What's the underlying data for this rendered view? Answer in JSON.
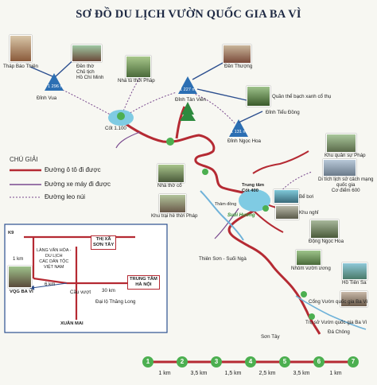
{
  "title": "SƠ ĐỒ DU LỊCH VƯỜN QUỐC GIA BA VÌ",
  "places": {
    "thap_bao_thien": "Tháp Báo Thiên",
    "den_tho_bac": "Đền thờ\nChủ tịch\nHồ Chí Minh",
    "nha_tu_phap": "Nhà tù thời Pháp",
    "den_thuong": "Đền Thượng",
    "quan_the_am": "Quần thể bạch xanh cổ thụ",
    "dinh_tieu_dong": "Đỉnh Tiểu Đồng",
    "dinh_vua": "Đỉnh Vua",
    "dinh_tan_vien": "Đỉnh Tản Viên",
    "dinh_ngoc_hoa": "Đỉnh Ngọc Hoa",
    "cot_1100": "Cốt 1.100",
    "khu_quan_su": "Khu quân sự Pháp",
    "nha_tho_co": "Nhà thờ cổ",
    "khu_trai_he": "Khu trại hè thời Pháp",
    "trung_tam_cot400": "Trung tâm\nCốt 400",
    "be_boi": "Bể bơi",
    "khu_nghi_duong": "Khu nghỉ",
    "di_tich": "Di tích lịch sử cách mạng\nquốc gia\nCơ điểm 600",
    "dong_ngoc_hoa": "Động Ngọc Hoa",
    "suoi_huong": "Suối Hương",
    "thien_son": "Thiên Sơn - Suối Ngà",
    "nhom_vuong": "Nhóm vườn ương",
    "ho_tien_sa": "Hồ Tiên Sa",
    "cong_vuon": "Cổng Vườn quốc gia Ba Vì",
    "tru_so": "Trụ sở Vườn quốc gia Ba Vì",
    "da_chong": "Đá Chông",
    "son_tay": "Sơn Tây",
    "tham_dong": "Thảm đồng"
  },
  "peaks": {
    "vua": "1 296 m",
    "tan_vien": "1 227 m",
    "ngoc_hoa": "1 131 m"
  },
  "legend": {
    "title": "CHÚ GIẢI",
    "items": [
      "Đường ô tô đi được",
      "Đường xe máy đi được",
      "Đường leo núi"
    ]
  },
  "inset": {
    "k9": "K9",
    "thi_xa": "THỊ XÃ\nSƠN TÂY",
    "lang_van_hoa": "LÀNG VĂN HÓA -\nDU LỊCH\nCÁC DÂN TỘC\nVIỆT NAM",
    "trung_tam": "TRUNG TÂM\nHÀ NỘI",
    "dist_1km": "1 km",
    "dist_6km": "6 km",
    "dist_30km": "30 km",
    "cau_vuot": "Cầu vượt",
    "dai_lo": "Đại lộ Thăng Long",
    "xuan_mai": "XUÂN MAI",
    "vqg": "VQG BA VÌ"
  },
  "steps": {
    "nums": [
      "1",
      "2",
      "3",
      "4",
      "5",
      "6",
      "7"
    ],
    "dists": [
      "1 km",
      "3,5 km",
      "1,5 km",
      "2,5 km",
      "3,5 km",
      "1 km"
    ]
  }
}
